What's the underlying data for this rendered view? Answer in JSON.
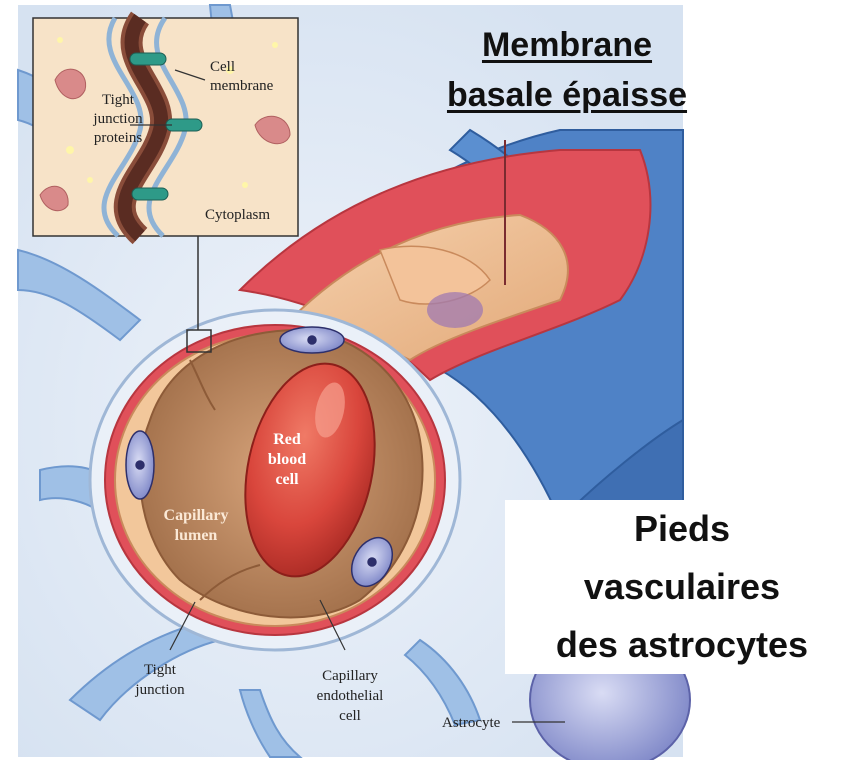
{
  "inset": {
    "cell_membrane": [
      "Cell",
      "membrane"
    ],
    "tight_junction_proteins": [
      "Tight",
      "junction",
      "proteins"
    ],
    "cytoplasm": "Cytoplasm"
  },
  "labels": {
    "red_blood_cell": [
      "Red",
      "blood",
      "cell"
    ],
    "capillary_lumen": [
      "Capillary",
      "lumen"
    ],
    "tight_junction": [
      "Tight",
      "junction"
    ],
    "capillary_endothelial_cell": [
      "Capillary",
      "endothelial",
      "cell"
    ],
    "astrocyte": "Astrocyte"
  },
  "overlay": {
    "top_line1": "Membrane",
    "top_line2": "basale épaisse",
    "bottom_line1": "Pieds",
    "bottom_line2": "vasculaires",
    "bottom_line3": "des astrocytes"
  },
  "colors": {
    "astrocyte_blue": "#4f82c6",
    "astrocyte_light": "#c9dcf1",
    "basement_membrane": "#e0505a",
    "endothelium": "#f2c79b",
    "lumen": "#b9835a",
    "red_blood_cell": "#d9463c",
    "inset_bg": "#f7e3c8"
  }
}
